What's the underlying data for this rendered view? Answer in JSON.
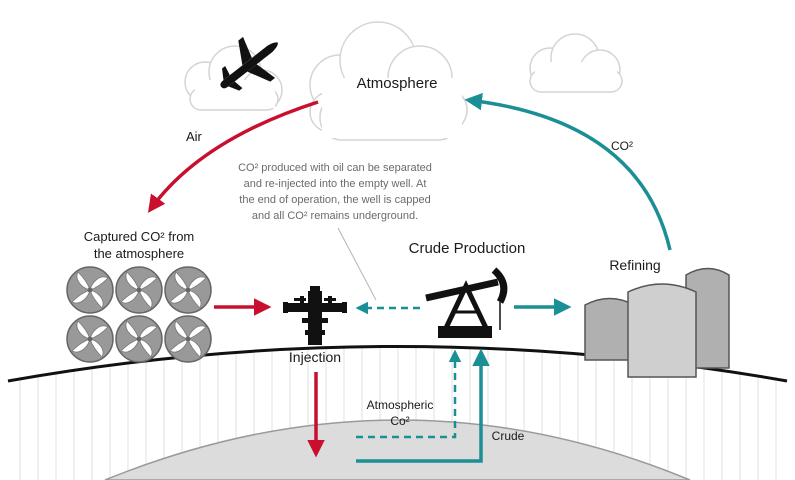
{
  "labels": {
    "atmosphere": "Atmosphere",
    "air": "Air",
    "co2_right": "CO²",
    "note": [
      "CO² produced with oil can be separated",
      "and re-injected into the empty well. At",
      "the end of operation, the well is capped",
      "and all CO² remains underground."
    ],
    "captured": [
      "Captured CO² from",
      "the atmosphere"
    ],
    "crude_production": "Crude Production",
    "refining": "Refining",
    "injection": "Injection",
    "atmospheric": [
      "Atmospheric",
      "Co²"
    ],
    "crude": "Crude"
  },
  "colors": {
    "red": "#c8102e",
    "teal": "#1a8f96",
    "cloud_stroke": "#d4d4d4",
    "ground": "#dcdcdc",
    "tank_light": "#cfcfcf",
    "tank_dark": "#b0b0b0"
  },
  "icons": [
    "cloud-icon",
    "airplane-icon",
    "fan-icon",
    "wellhead-icon",
    "pumpjack-icon",
    "storage-tank-icon"
  ]
}
